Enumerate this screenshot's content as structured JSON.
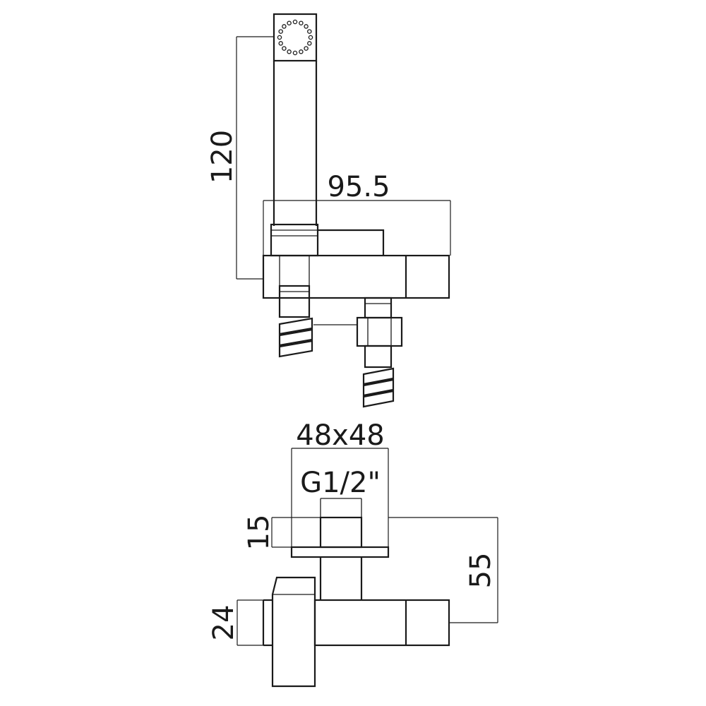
{
  "dimensions": {
    "height_head": "120",
    "width_total": "95.5",
    "plate_size": "48x48",
    "thread": "G1/2\"",
    "plate_depth": "15",
    "projection": "55",
    "body_height": "24"
  },
  "colors": {
    "line": "#1a1a1a",
    "background": "#ffffff"
  }
}
